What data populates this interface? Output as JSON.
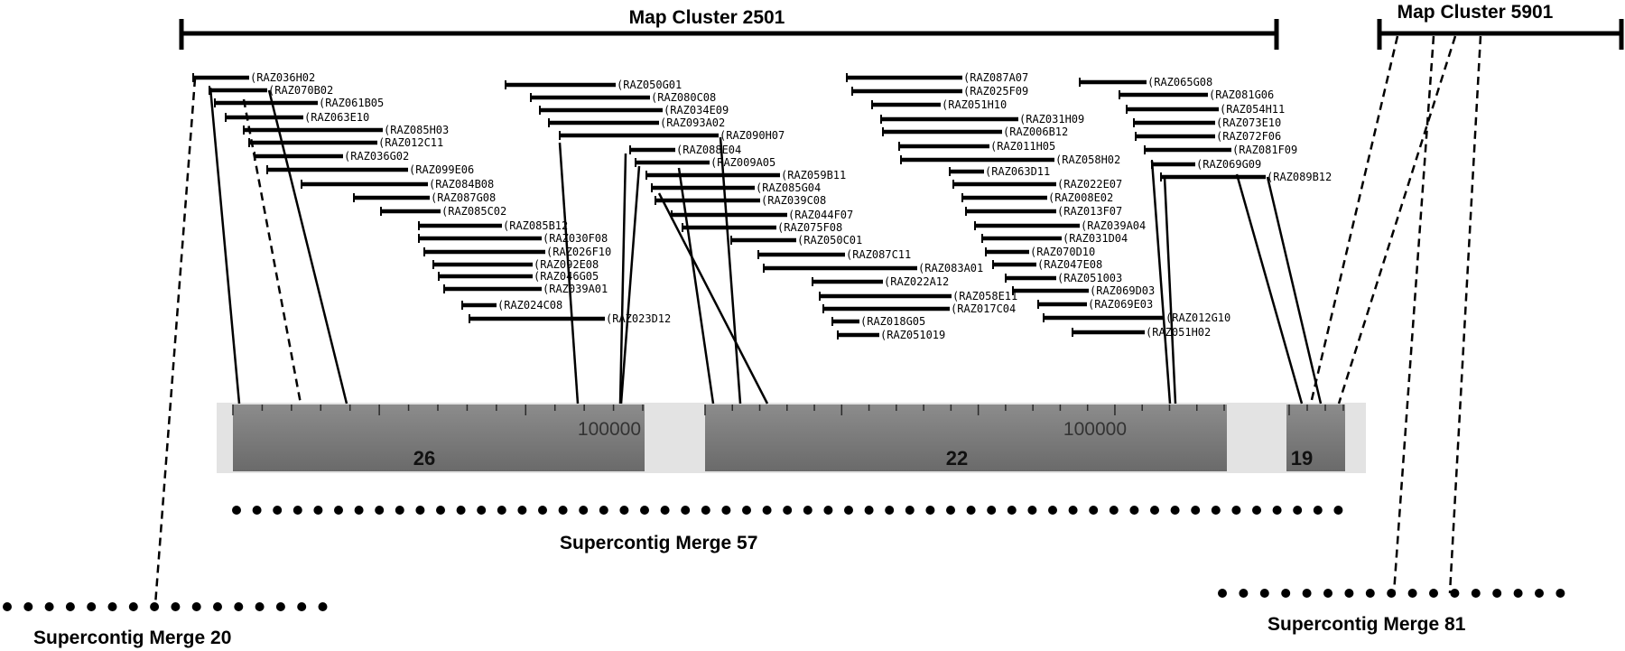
{
  "map_clusters": [
    {
      "name": "Map Cluster 2501"
    },
    {
      "name": "Map Cluster 5901"
    }
  ],
  "supercontig_merges": [
    {
      "name": "Supercontig Merge 57"
    },
    {
      "name": "Supercontig Merge 20"
    },
    {
      "name": "Supercontig Merge 81"
    }
  ],
  "contigs": [
    {
      "number": "26",
      "position_label": "100000"
    },
    {
      "number": "22",
      "position_label": "100000"
    },
    {
      "number": "19"
    }
  ],
  "clone_groups": [
    {
      "clones": [
        "RAZ036H02",
        "RAZ070B02",
        "RAZ061B05",
        "RAZ063E10",
        "RAZ085H03",
        "RAZ012C11",
        "RAZ036G02",
        "RAZ099E06",
        "RAZ084B08",
        "RAZ087G08",
        "RAZ085C02",
        "RAZ085B12",
        "RAZ030F08",
        "RAZ026F10",
        "RAZ092E08",
        "RAZ046G05",
        "RAZ039A01",
        "RAZ024C08",
        "RAZ023D12"
      ]
    },
    {
      "clones": [
        "RAZ050G01",
        "RAZ080C08",
        "RAZ034E09",
        "RAZ093A02",
        "RAZ090H07",
        "RAZ088E04",
        "RAZ009A05",
        "RAZ059B11",
        "RAZ085G04",
        "RAZ039C08",
        "RAZ044F07",
        "RAZ075F08",
        "RAZ050C01",
        "RAZ087C11",
        "RAZ083A01",
        "RAZ022A12",
        "RAZ058E11",
        "RAZ017C04",
        "RAZ018G05",
        "RAZ051019"
      ]
    },
    {
      "clones": [
        "RAZ087A07",
        "RAZ025F09",
        "RAZ051H10",
        "RAZ031H09",
        "RAZ006B12",
        "RAZ011H05",
        "RAZ058H02",
        "RAZ063D11",
        "RAZ022E07",
        "RAZ008E02",
        "RAZ013F07",
        "RAZ039A04",
        "RAZ031D04",
        "RAZ070D10",
        "RAZ047E08",
        "RAZ051003",
        "RAZ069D03",
        "RAZ069E03",
        "RAZ012G10",
        "RAZ051H02"
      ]
    },
    {
      "clones": [
        "RAZ065G08",
        "RAZ081G06",
        "RAZ054H11",
        "RAZ073E10",
        "RAZ072F06",
        "RAZ081F09",
        "RAZ069G09",
        "RAZ089B12"
      ]
    }
  ]
}
